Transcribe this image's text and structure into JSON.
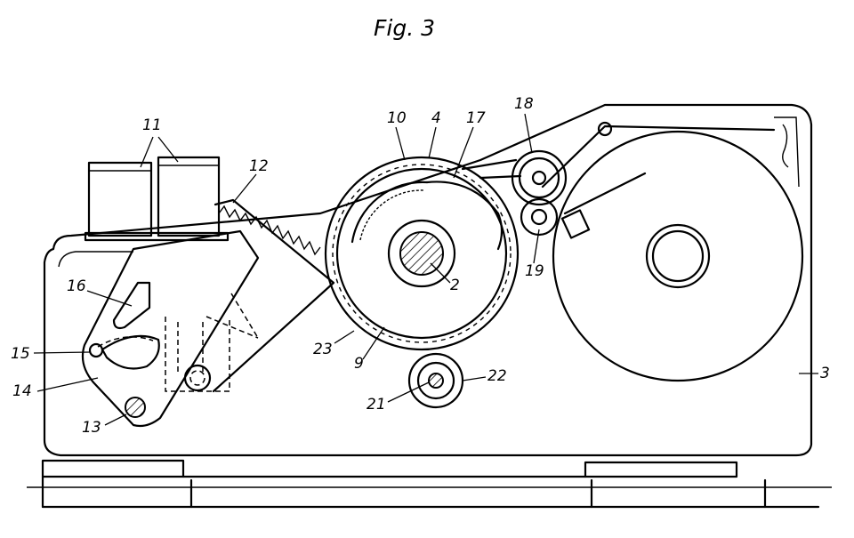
{
  "figure": {
    "title": "Fig. 3"
  },
  "labels": {
    "l2": "2",
    "l3": "3",
    "l4": "4",
    "l9": "9",
    "l10": "10",
    "l11": "11",
    "l12": "12",
    "l13": "13",
    "l14": "14",
    "l15": "15",
    "l16": "16",
    "l17": "17",
    "l18": "18",
    "l19": "19",
    "l21": "21",
    "l22": "22",
    "l23": "23"
  }
}
